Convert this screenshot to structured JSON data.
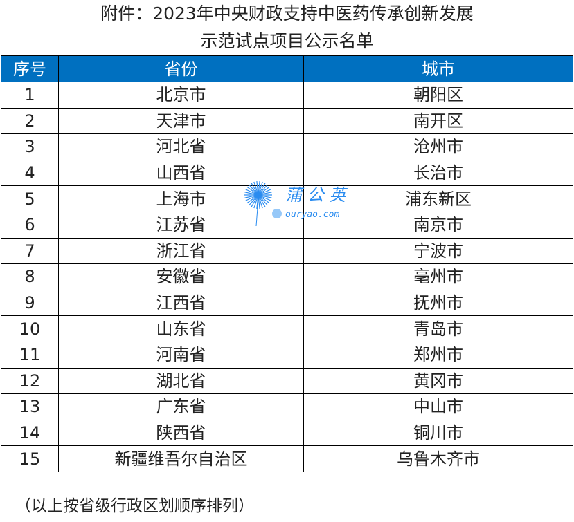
{
  "title_line1": "附件：2023年中央财政支持中医药传承创新发展",
  "title_line2": "示范试点项目公示名单",
  "headers": [
    "序号",
    "省份",
    "城市"
  ],
  "rows": [
    [
      "1",
      "北京市",
      "朝阳区"
    ],
    [
      "2",
      "天津市",
      "南开区"
    ],
    [
      "3",
      "河北省",
      "沧州市"
    ],
    [
      "4",
      "山西省",
      "长治市"
    ],
    [
      "5",
      "上海市",
      "浦东新区"
    ],
    [
      "6",
      "江苏省",
      "南京市"
    ],
    [
      "7",
      "浙江省",
      "宁波市"
    ],
    [
      "8",
      "安徽省",
      "亳州市"
    ],
    [
      "9",
      "江西省",
      "抚州市"
    ],
    [
      "10",
      "山东省",
      "青岛市"
    ],
    [
      "11",
      "河南省",
      "郑州市"
    ],
    [
      "12",
      "湖北省",
      "黄冈市"
    ],
    [
      "13",
      "广东省",
      "中山市"
    ],
    [
      "14",
      "陕西省",
      "铜川市"
    ],
    [
      "15",
      "新疆维吾尔自治区",
      "乌鲁木齐市"
    ]
  ],
  "footer": "（以上按省级行政区划顺序排列）",
  "watermark": {
    "name": "蒲公英",
    "url": "ouryao.com"
  },
  "colors": {
    "header_bg": "#0070c0",
    "watermark": "#2a8cf0"
  }
}
